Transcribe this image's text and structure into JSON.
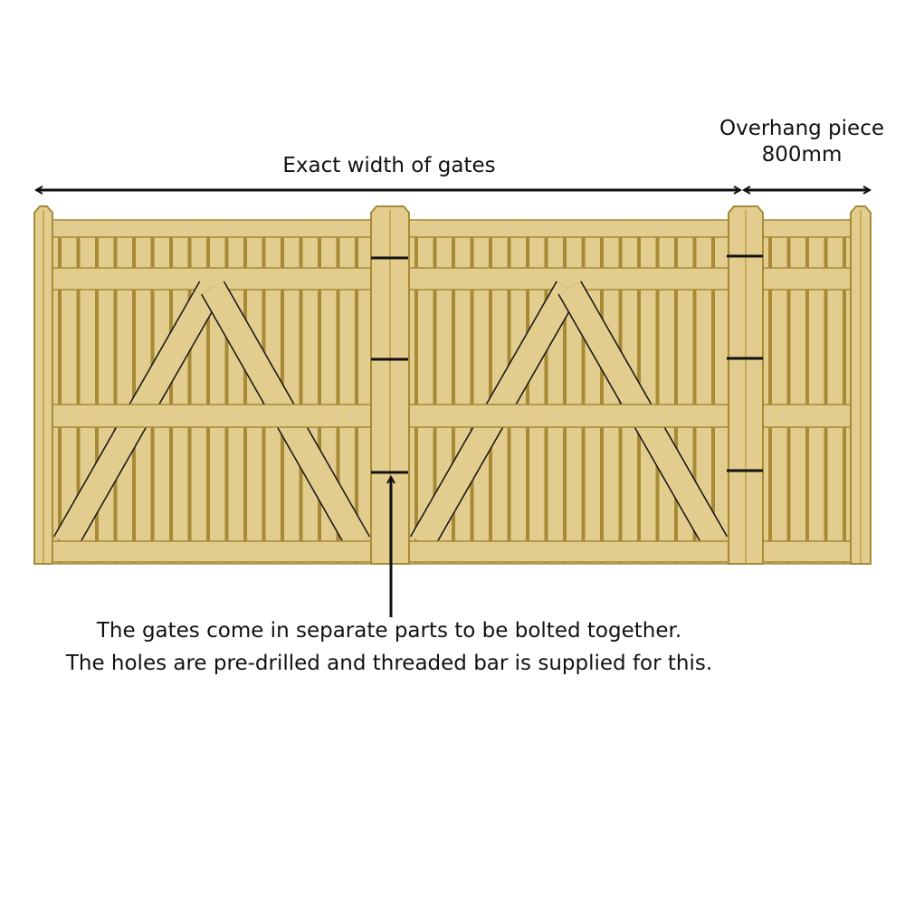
{
  "labels": {
    "gates_width": "Exact width of gates",
    "overhang_line1": "Overhang piece",
    "overhang_line2": "800mm",
    "note_line1": "The gates come in separate parts to be bolted together.",
    "note_line2": "The holes are pre-drilled and threaded bar is supplied for this."
  },
  "colors": {
    "wood": "#e2cd8f",
    "wood_dark": "#a88a35",
    "grain": "#c9a95a",
    "line": "#111111"
  }
}
